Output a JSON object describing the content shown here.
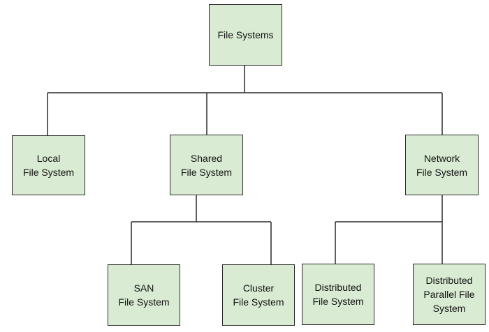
{
  "diagram": {
    "root": {
      "label": "File Systems"
    },
    "categories": [
      {
        "label": "Local\nFile System"
      },
      {
        "label": "Shared\nFile System"
      },
      {
        "label": "Network\nFile System"
      }
    ],
    "shared_children": [
      {
        "label": "SAN\nFile System"
      },
      {
        "label": "Cluster\nFile System"
      }
    ],
    "network_children": [
      {
        "label": "Distributed\nFile System"
      },
      {
        "label": "Distributed\nParallel File\nSystem"
      }
    ],
    "colors": {
      "node_fill": "#d9ebd3",
      "node_border": "#2b2b2b",
      "connector": "#2b2b2b"
    }
  }
}
